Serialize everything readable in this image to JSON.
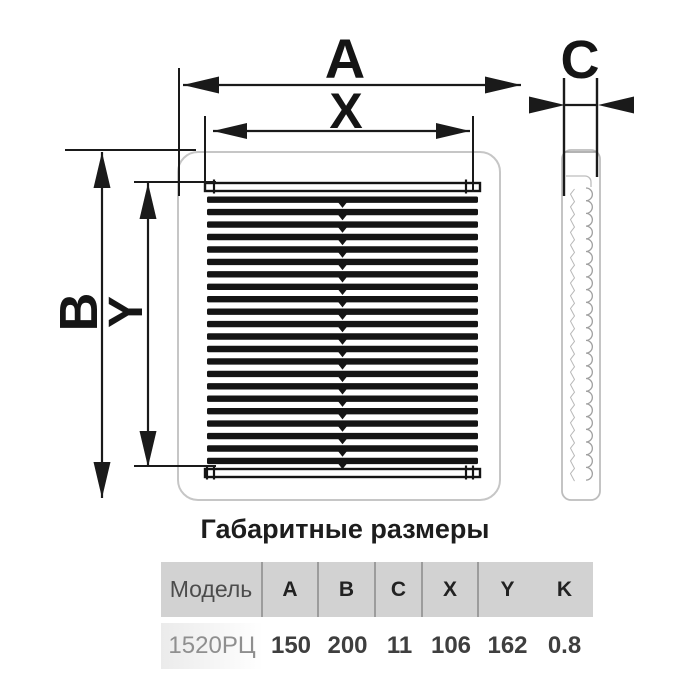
{
  "drawing": {
    "dimension_labels": {
      "a": "A",
      "x": "X",
      "b": "B",
      "y": "Y",
      "c": "C"
    },
    "line_color": "#1a1a1a",
    "flange_color": "#c6c6c6",
    "side_detail_color": "#a8a8a8",
    "front_view": {
      "louver_count": 22
    },
    "side_view": {
      "scallop_count": 23
    }
  },
  "title": "Габаритные размеры",
  "table": {
    "headers": [
      "Модель",
      "A",
      "B",
      "C",
      "X",
      "Y",
      "K"
    ],
    "rows": [
      [
        "1520РЦ",
        "150",
        "200",
        "11",
        "106",
        "162",
        "0.8"
      ]
    ],
    "header_bg": "#d2d2d2",
    "divider_color": "#9c9c9c"
  }
}
